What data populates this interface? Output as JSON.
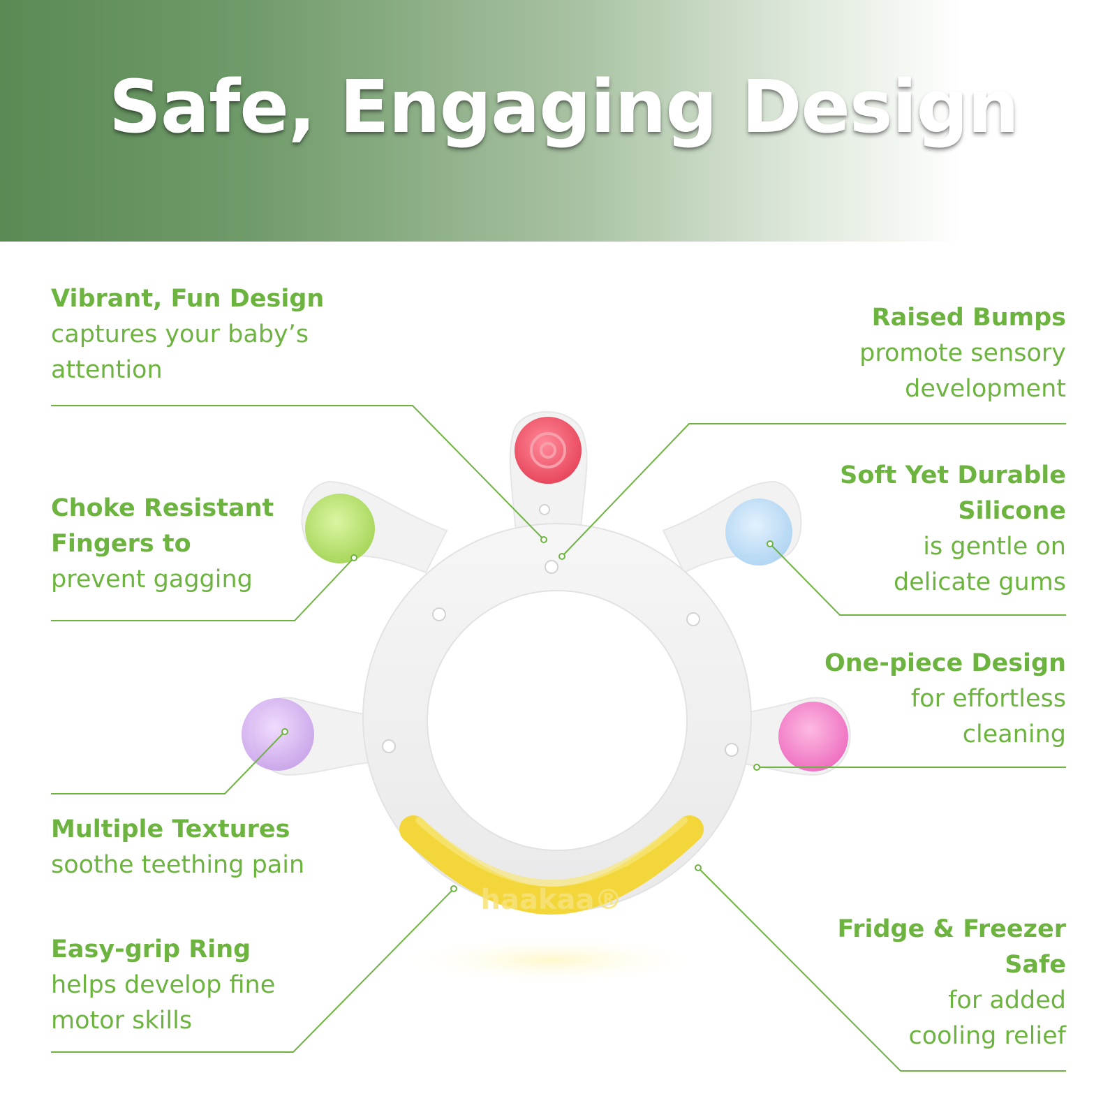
{
  "header": {
    "title": "Safe, Engaging Design"
  },
  "product": {
    "logo_text": "haakaa®"
  },
  "colors": {
    "accent": "#6db33f",
    "banner": "#5b8a55"
  },
  "callouts": {
    "vibrant": {
      "head": "Vibrant, Fun Design",
      "desc1": "captures your baby’s",
      "desc2": "attention"
    },
    "choke": {
      "head1": "Choke Resistant",
      "head2": "Fingers to",
      "desc1": "prevent gagging"
    },
    "textures": {
      "head": "Multiple Textures",
      "desc1": "soothe teething pain"
    },
    "grip": {
      "head": "Easy-grip Ring",
      "desc1": "helps develop fine",
      "desc2": "motor skills"
    },
    "bumps": {
      "head": "Raised Bumps",
      "desc1": "promote sensory",
      "desc2": "development"
    },
    "silicone": {
      "head1": "Soft Yet Durable",
      "head2": "Silicone",
      "desc1": "is gentle on",
      "desc2": "delicate gums"
    },
    "onepiece": {
      "head": "One-piece Design",
      "desc1": "for effortless",
      "desc2": "cleaning"
    },
    "fridge": {
      "head1": "Fridge & Freezer",
      "head2": "Safe",
      "desc1": "for added",
      "desc2": "cooling relief"
    }
  }
}
